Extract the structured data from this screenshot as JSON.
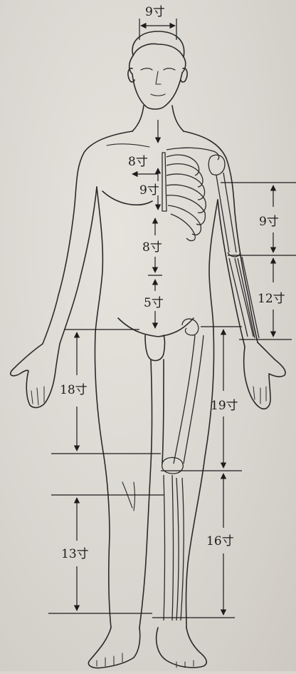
{
  "labels": {
    "head_width": "9寸",
    "chest_upper": "8寸",
    "chest_mid": "9寸",
    "upper_abdomen": "8寸",
    "lower_abdomen": "5寸",
    "upper_arm": "9寸",
    "forearm": "12寸",
    "thigh_inner": "18寸",
    "thigh_outer": "19寸",
    "shin_inner": "13寸",
    "shin_outer": "16寸"
  }
}
